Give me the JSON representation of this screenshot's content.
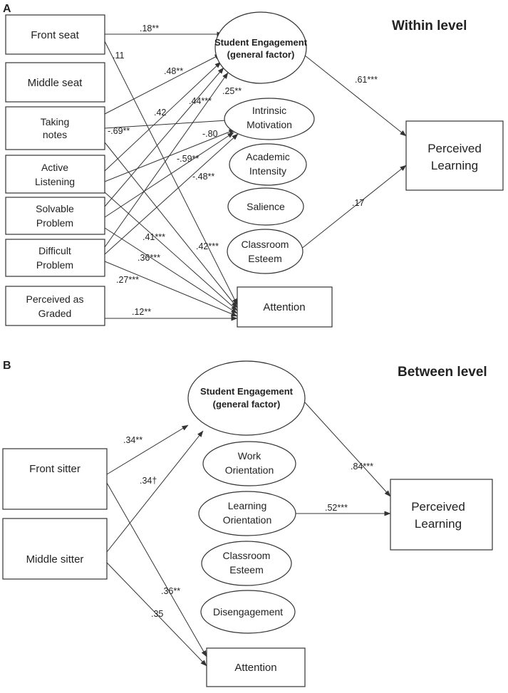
{
  "panel_a": {
    "letter": "A",
    "title": "Within level",
    "boxes": {
      "front_seat": [
        "Front seat"
      ],
      "middle_seat": [
        "Middle seat"
      ],
      "taking_notes": [
        "Taking",
        "notes"
      ],
      "active_listening": [
        "Active",
        "Listening"
      ],
      "solvable_problem": [
        "Solvable",
        "Problem"
      ],
      "difficult_problem": [
        "Difficult",
        "Problem"
      ],
      "perceived_graded": [
        "Perceived as",
        "Graded"
      ],
      "perceived_learning": [
        "Perceived",
        "Learning"
      ],
      "attention": [
        "Attention"
      ]
    },
    "ellipses": {
      "engagement": [
        "Student Engagement",
        "(general factor)"
      ],
      "intrinsic": [
        "Intrinsic",
        "Motivation"
      ],
      "academic": [
        "Academic",
        "Intensity"
      ],
      "salience": [
        "Salience"
      ],
      "esteem": [
        "Classroom",
        "Esteem"
      ]
    },
    "coefficients": {
      "c1": ".18**",
      "c2": ".11",
      "c3": ".48**",
      "c4": ".42",
      "c5": ".44***",
      "c6": ".25**",
      "c7": "-.69**",
      "c8": "-.80",
      "c9": "-.59**",
      "c10": "-.48**",
      "c11": ".41***",
      "c12": ".42***",
      "c13": ".36***",
      "c14": ".27***",
      "c15": ".12**",
      "c16": ".61***",
      "c17": ".17"
    }
  },
  "panel_b": {
    "letter": "B",
    "title": "Between level",
    "boxes": {
      "front_sitter": [
        "Front sitter"
      ],
      "middle_sitter": [
        "Middle sitter"
      ],
      "perceived_learning": [
        "Perceived",
        "Learning"
      ],
      "attention": [
        "Attention"
      ]
    },
    "ellipses": {
      "engagement": [
        "Student Engagement",
        "(general factor)"
      ],
      "work": [
        "Work",
        "Orientation"
      ],
      "learning": [
        "Learning",
        "Orientation"
      ],
      "esteem": [
        "Classroom",
        "Esteem"
      ],
      "disengagement": [
        "Disengagement"
      ]
    },
    "coefficients": {
      "c1": ".34**",
      "c2": ".34†",
      "c3": ".36**",
      "c4": ".35",
      "c5": ".84***",
      "c6": ".52***"
    }
  }
}
